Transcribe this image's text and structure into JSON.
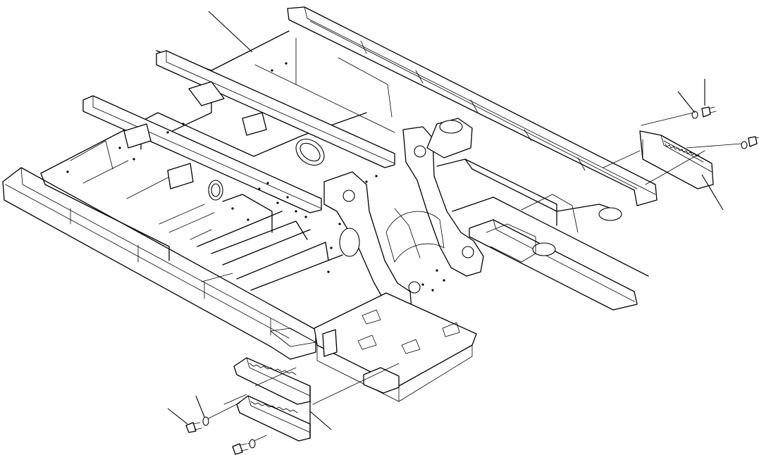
{
  "diagram": {
    "parts": [
      {
        "id": "frame",
        "icon": "frame-assembly"
      },
      {
        "id": "right-step",
        "icon": "step-bracket"
      },
      {
        "id": "left-step",
        "icon": "double-step"
      },
      {
        "id": "bolt",
        "icon": "bolt"
      },
      {
        "id": "washer",
        "icon": "washer"
      }
    ],
    "callouts": [
      "",
      "",
      "",
      "",
      "",
      "",
      ""
    ]
  }
}
